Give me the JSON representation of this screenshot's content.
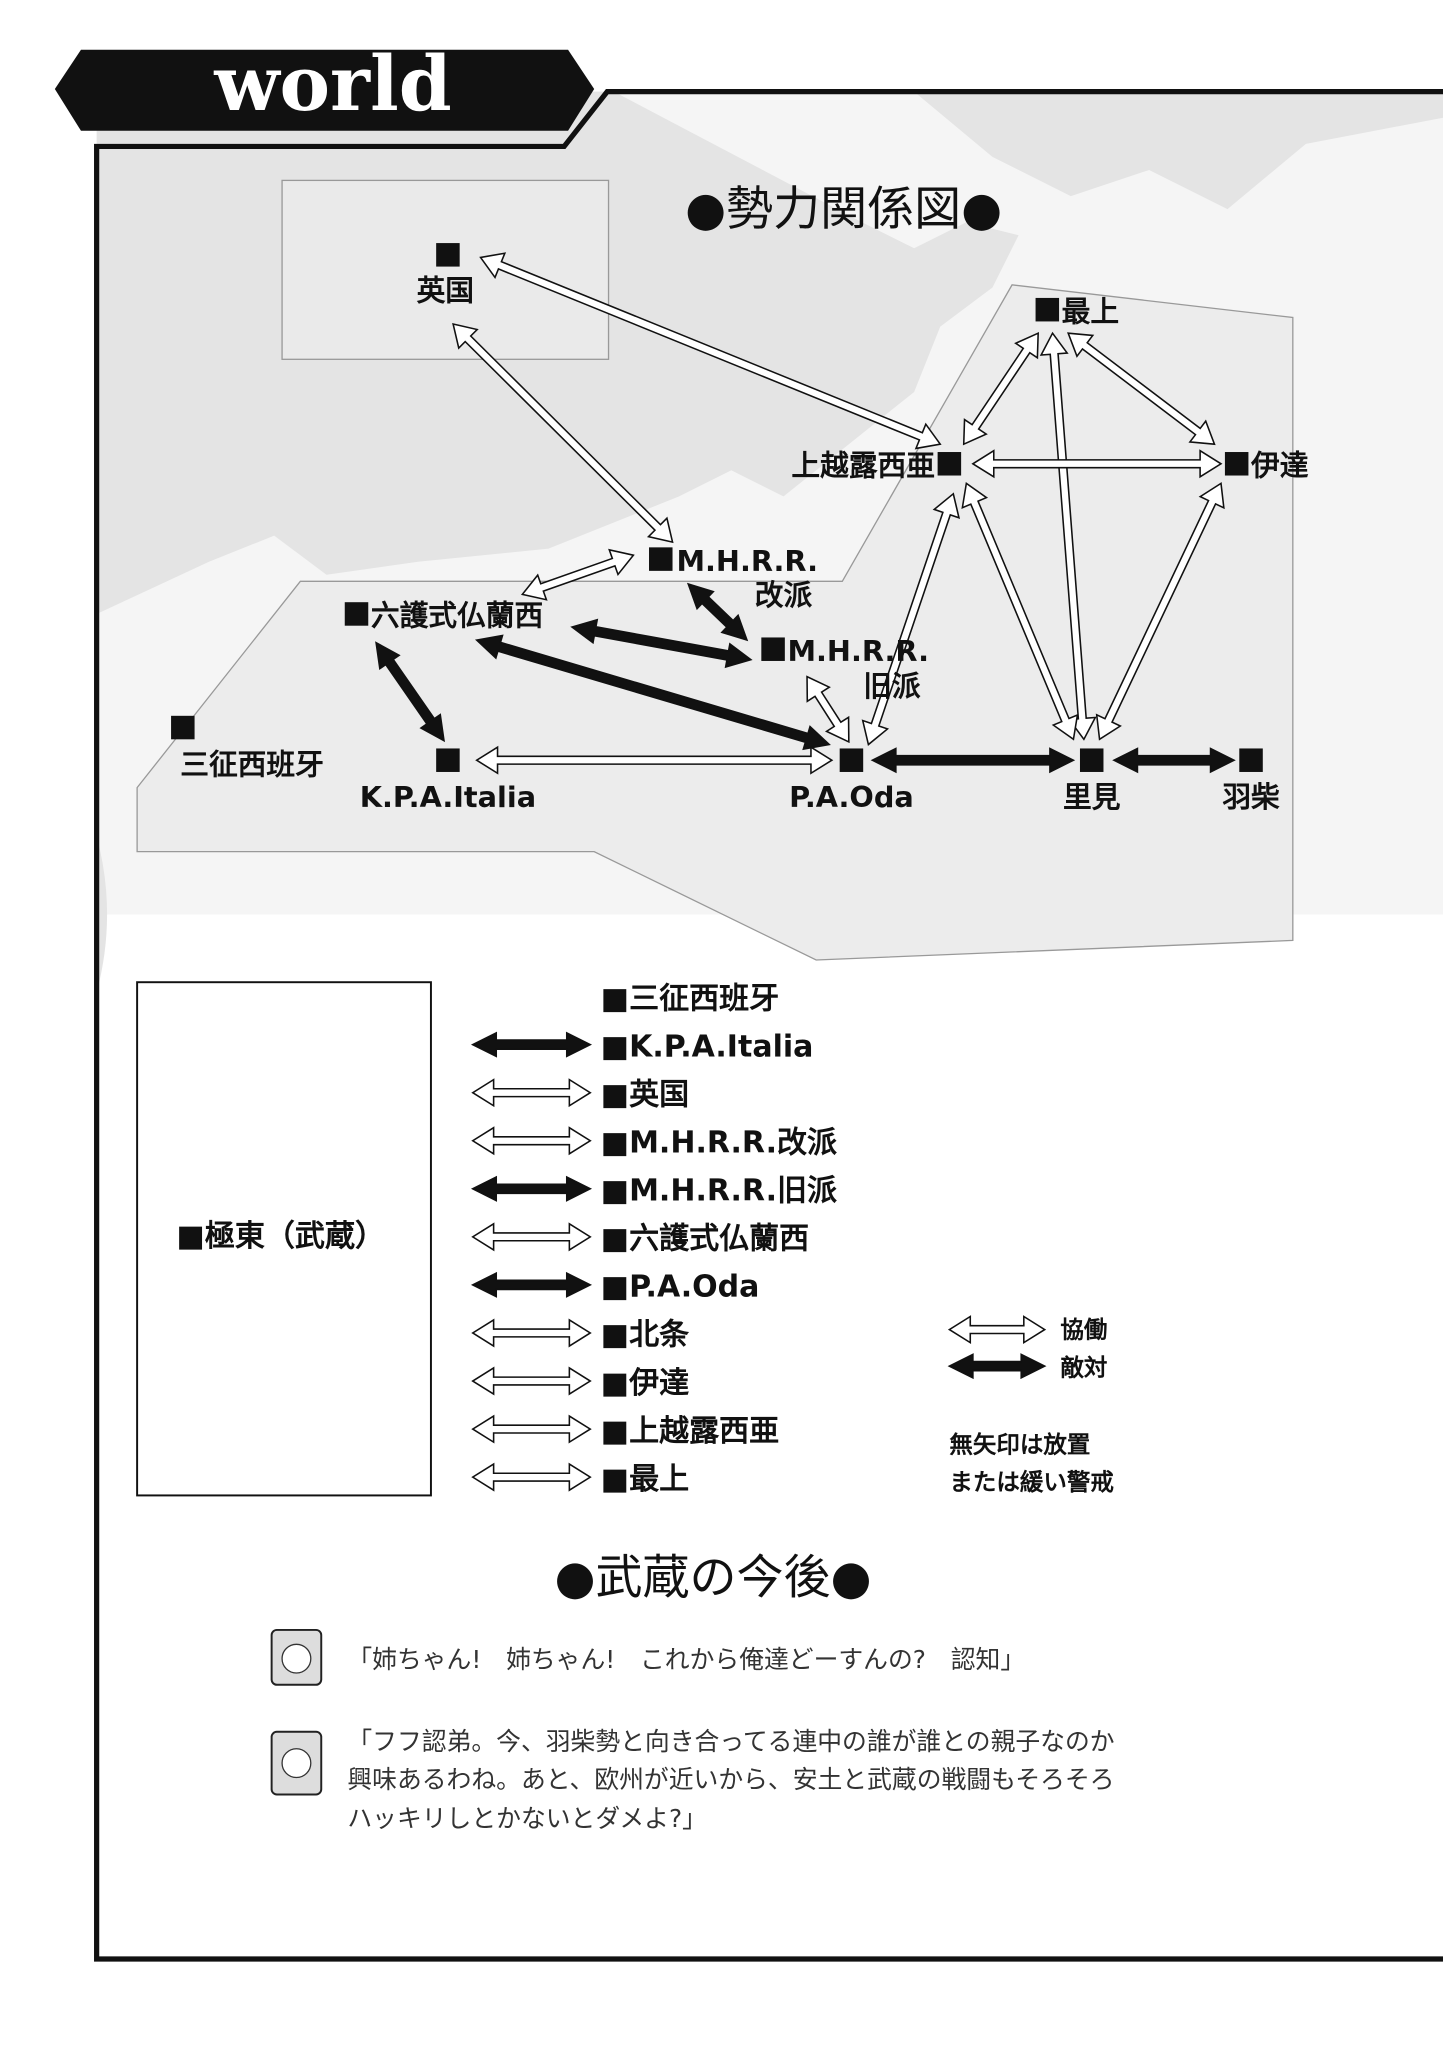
{
  "header": {
    "title": "world"
  },
  "diagram": {
    "title": "●勢力関係図●",
    "nodes": {
      "eikoku": "英国",
      "mogami": "最上",
      "uesugi": "上越露西亜",
      "date": "伊達",
      "mhrr_kaiha_1": "M.H.R.R.",
      "mhrr_kaiha_2": "改派",
      "rokugo": "六護式仏蘭西",
      "mhrr_kyuha_1": "M.H.R.R.",
      "mhrr_kyuha_2": "旧派",
      "sanseisupein": "三征西班牙",
      "kpa": "K.P.A.Italia",
      "oda": "P.A.Oda",
      "satomi": "里見",
      "hashiba": "羽柴"
    },
    "relations": [
      {
        "from": "eikoku",
        "to": "uesugi",
        "type": "cooperate"
      },
      {
        "from": "eikoku",
        "to": "mhrr_kaiha",
        "type": "cooperate"
      },
      {
        "from": "mhrr_kaiha",
        "to": "rokugo",
        "type": "cooperate"
      },
      {
        "from": "mhrr_kaiha",
        "to": "mhrr_kyuha",
        "type": "enemy"
      },
      {
        "from": "rokugo",
        "to": "mhrr_kyuha",
        "type": "enemy"
      },
      {
        "from": "rokugo",
        "to": "oda",
        "type": "enemy"
      },
      {
        "from": "rokugo",
        "to": "kpa",
        "type": "enemy"
      },
      {
        "from": "kpa",
        "to": "oda",
        "type": "cooperate"
      },
      {
        "from": "mhrr_kyuha",
        "to": "oda",
        "type": "cooperate"
      },
      {
        "from": "uesugi",
        "to": "oda",
        "type": "cooperate"
      },
      {
        "from": "oda",
        "to": "satomi",
        "type": "enemy"
      },
      {
        "from": "satomi",
        "to": "hashiba",
        "type": "enemy"
      },
      {
        "from": "mogami",
        "to": "uesugi",
        "type": "cooperate"
      },
      {
        "from": "mogami",
        "to": "satomi",
        "type": "cooperate"
      },
      {
        "from": "mogami",
        "to": "date",
        "type": "cooperate"
      },
      {
        "from": "uesugi",
        "to": "date",
        "type": "cooperate"
      },
      {
        "from": "uesugi",
        "to": "satomi",
        "type": "cooperate"
      },
      {
        "from": "date",
        "to": "satomi",
        "type": "cooperate"
      }
    ]
  },
  "legend": {
    "center": "■極東（武蔵）",
    "rows": [
      {
        "label": "■三征西班牙",
        "type": "none"
      },
      {
        "label": "■K.P.A.Italia",
        "type": "enemy"
      },
      {
        "label": "■英国",
        "type": "cooperate"
      },
      {
        "label": "■M.H.R.R.改派",
        "type": "cooperate"
      },
      {
        "label": "■M.H.R.R.旧派",
        "type": "enemy"
      },
      {
        "label": "■六護式仏蘭西",
        "type": "cooperate"
      },
      {
        "label": "■P.A.Oda",
        "type": "enemy"
      },
      {
        "label": "■北条",
        "type": "cooperate"
      },
      {
        "label": "■伊達",
        "type": "cooperate"
      },
      {
        "label": "■上越露西亜",
        "type": "cooperate"
      },
      {
        "label": "■最上",
        "type": "cooperate"
      }
    ],
    "key_cooperate": "協働",
    "key_enemy": "敵対",
    "note_1": "無矢印は放置",
    "note_2": "または緩い警戒"
  },
  "future": {
    "title": "●武蔵の今後●",
    "dialog_1": "「姉ちゃん!　姉ちゃん!　これから俺達どーすんの?　認知」",
    "dialog_2_line_1": "「フフ認弟。今、羽柴勢と向き合ってる連中の誰が誰との親子なのか",
    "dialog_2_line_2": "興味あるわね。あと、欧州が近いから、安土と武蔵の戦闘もそろそろ",
    "dialog_2_line_3": "ハッキリしとかないとダメよ?」"
  },
  "colors": {
    "ink": "#111111",
    "map_sea": "#e6e6e6",
    "map_land": "#fafafa",
    "region": "#ececec"
  }
}
